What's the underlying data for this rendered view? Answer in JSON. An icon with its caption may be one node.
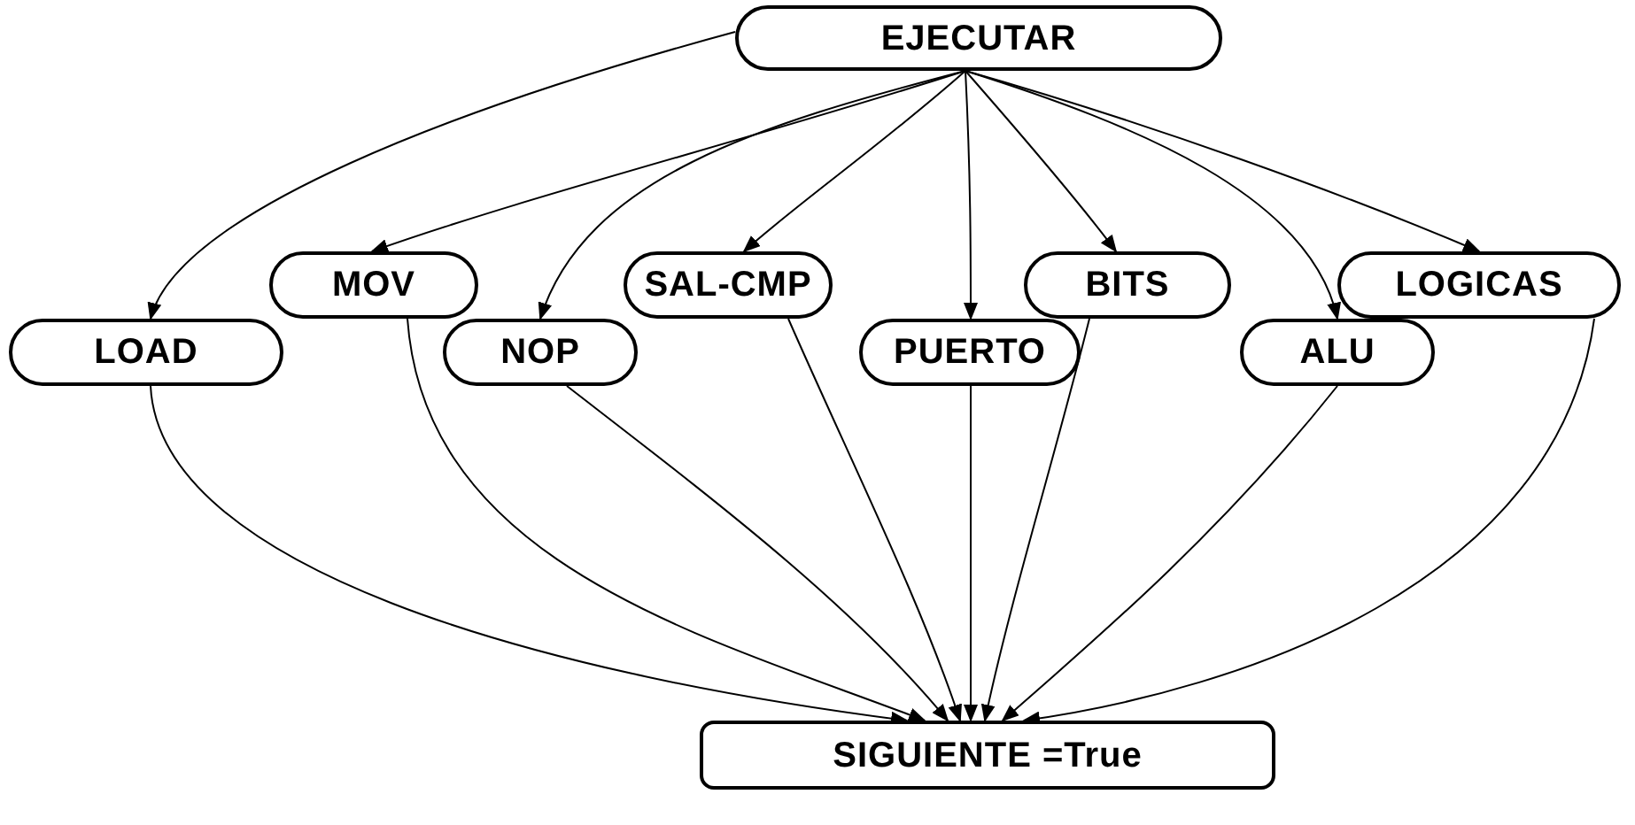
{
  "diagram": {
    "nodes": [
      {
        "text": [
          "EJECUTAR"
        ]
      },
      {
        "text": [
          "MOV"
        ]
      },
      {
        "text": [
          "SAL-CMP"
        ]
      },
      {
        "text": [
          "BITS"
        ]
      },
      {
        "text": [
          "LOGICAS"
        ]
      },
      {
        "text": [
          "LOAD"
        ]
      },
      {
        "text": [
          "NOP"
        ]
      },
      {
        "text": [
          "PUERTO"
        ]
      },
      {
        "text": [
          "ALU"
        ]
      },
      {
        "text": [
          "SIGUIENTE =True"
        ]
      }
    ],
    "edges": [
      {
        "from": 0,
        "to": 5,
        "arrow": "to"
      },
      {
        "from": 0,
        "to": 1,
        "arrow": "to"
      },
      {
        "from": 0,
        "to": 6,
        "arrow": "to"
      },
      {
        "from": 0,
        "to": 2,
        "arrow": "to"
      },
      {
        "from": 0,
        "to": 7,
        "arrow": "to"
      },
      {
        "from": 0,
        "to": 3,
        "arrow": "to"
      },
      {
        "from": 0,
        "to": 8,
        "arrow": "to"
      },
      {
        "from": 0,
        "to": 4,
        "arrow": "to"
      },
      {
        "from": 5,
        "to": 9,
        "arrow": "to"
      },
      {
        "from": 1,
        "to": 9,
        "arrow": "to"
      },
      {
        "from": 6,
        "to": 9,
        "arrow": "to"
      },
      {
        "from": 2,
        "to": 9,
        "arrow": "to"
      },
      {
        "from": 7,
        "to": 9,
        "arrow": "to"
      },
      {
        "from": 3,
        "to": 9,
        "arrow": "to"
      },
      {
        "from": 8,
        "to": 9,
        "arrow": "to"
      },
      {
        "from": 4,
        "to": 9,
        "arrow": "to"
      }
    ]
  }
}
